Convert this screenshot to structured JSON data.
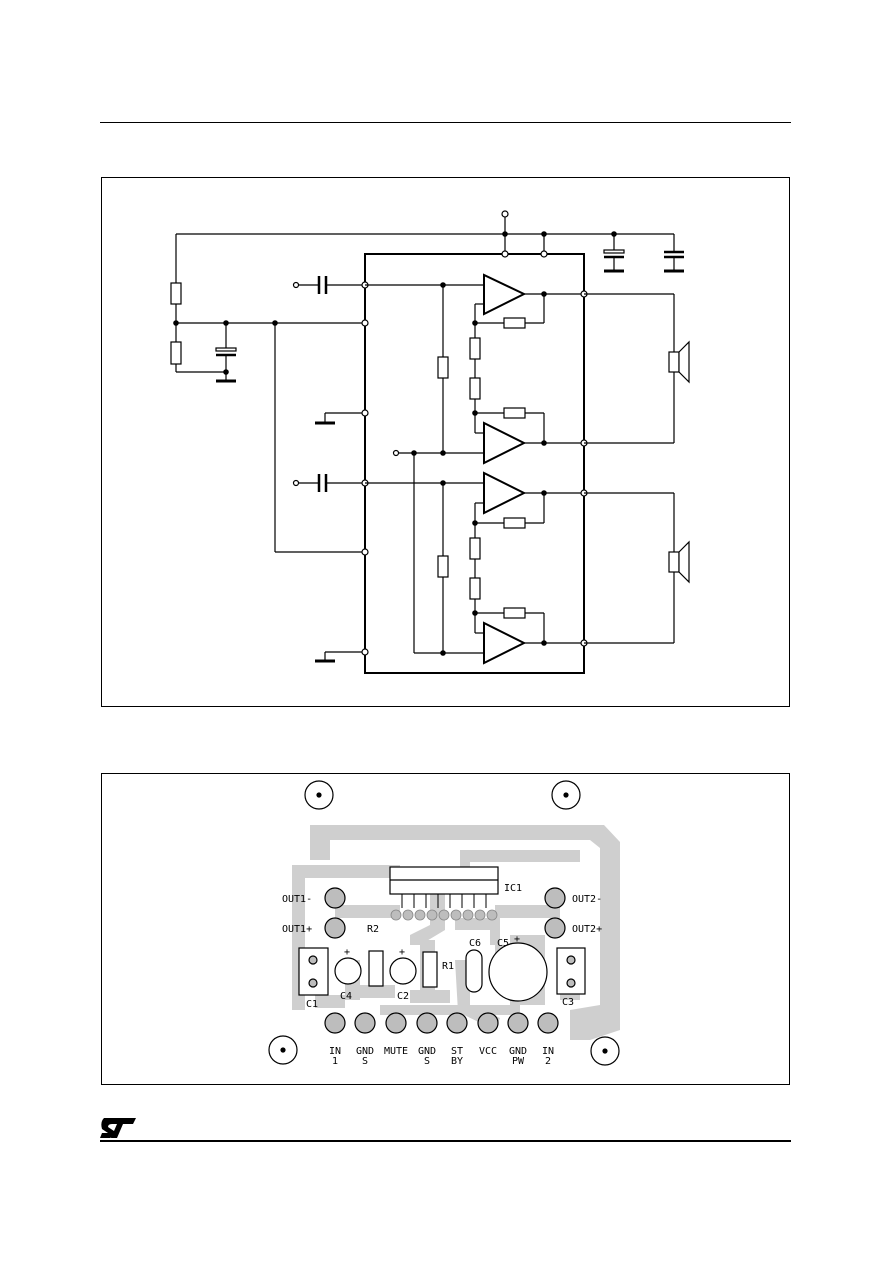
{
  "pcb": {
    "ic_label": "IC1",
    "out1_minus": "OUT1-",
    "out1_plus": "OUT1+",
    "out2_minus": "OUT2-",
    "out2_plus": "OUT2+",
    "r1": "R1",
    "r2": "R2",
    "c1": "C1",
    "c2": "C2",
    "c3": "C3",
    "c4": "C4",
    "c5": "C5",
    "c6": "C6",
    "plus": "+",
    "pins": [
      {
        "line1": "IN",
        "line2": "1"
      },
      {
        "line1": "GND",
        "line2": "S"
      },
      {
        "line1": "MUTE",
        "line2": ""
      },
      {
        "line1": "GND",
        "line2": "S"
      },
      {
        "line1": "ST",
        "line2": "BY"
      },
      {
        "line1": "VCC",
        "line2": ""
      },
      {
        "line1": "GND",
        "line2": "PW"
      },
      {
        "line1": "IN",
        "line2": "2"
      }
    ]
  },
  "footer": {
    "logo": "ST"
  }
}
